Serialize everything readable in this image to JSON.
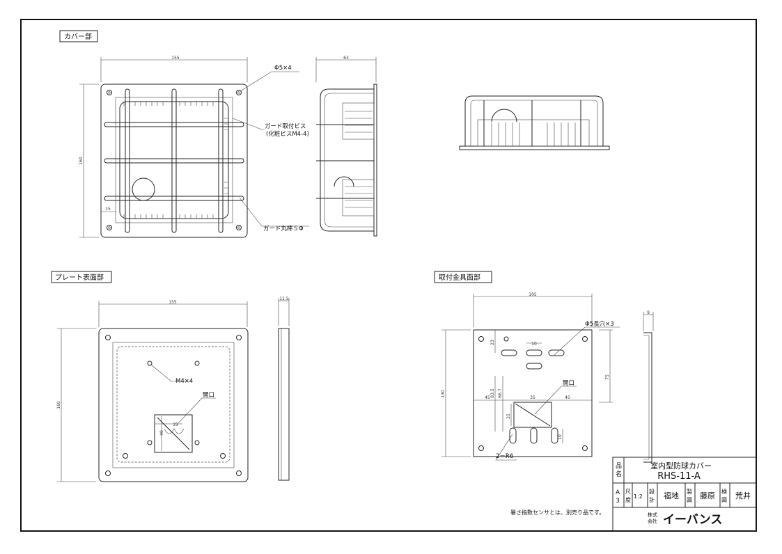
{
  "sections": {
    "cover": "カバー部",
    "plate": "プレート表面部",
    "bracket": "取付金具面部"
  },
  "cover_dims": {
    "width": "155",
    "depth": "63",
    "height": "160",
    "inset": "15"
  },
  "cover_notes": {
    "screw_holes": "Φ5×4",
    "guard_screw_1": "ガード取付ビス",
    "guard_screw_2": "(化粧ビスM4-4)",
    "guard_bar": "ガード丸棒５Φ"
  },
  "plate_dims": {
    "width": "155",
    "thickness": "11.5",
    "height": "160",
    "window_w": "35",
    "window_h": "40"
  },
  "plate_notes": {
    "m4": "M4×4",
    "opening": "開口"
  },
  "bracket_dims": {
    "width": "105",
    "height": "130",
    "side": "9",
    "top_offset": "23",
    "slot_pitch": "10",
    "hole_span": "75",
    "v1": "83.5",
    "v2": "66.7",
    "left": "45",
    "center": "35",
    "right": "45",
    "inner": "25",
    "small": "10"
  },
  "bracket_notes": {
    "slots": "Φ5長穴×3",
    "opening": "開口",
    "radius": "2－R6"
  },
  "footer_note": "暑さ指数センサとは、別売り品です。",
  "title_block": {
    "name_label_1": "品",
    "name_label_2": "名",
    "product_name": "室内型防球カバー",
    "model": "RHS-11-A",
    "size_1": "A",
    "size_2": "3",
    "scale_label_1": "尺",
    "scale_label_2": "度",
    "scale": "1:2",
    "design_label_1": "設",
    "design_label_2": "計",
    "designer": "福地",
    "draw_label_1": "製",
    "draw_label_2": "図",
    "drafter": "藤原",
    "check_label_1": "検",
    "check_label_2": "図",
    "checker": "荒井",
    "company_prefix_1": "株式",
    "company_prefix_2": "会社",
    "company": "イーバンス"
  }
}
